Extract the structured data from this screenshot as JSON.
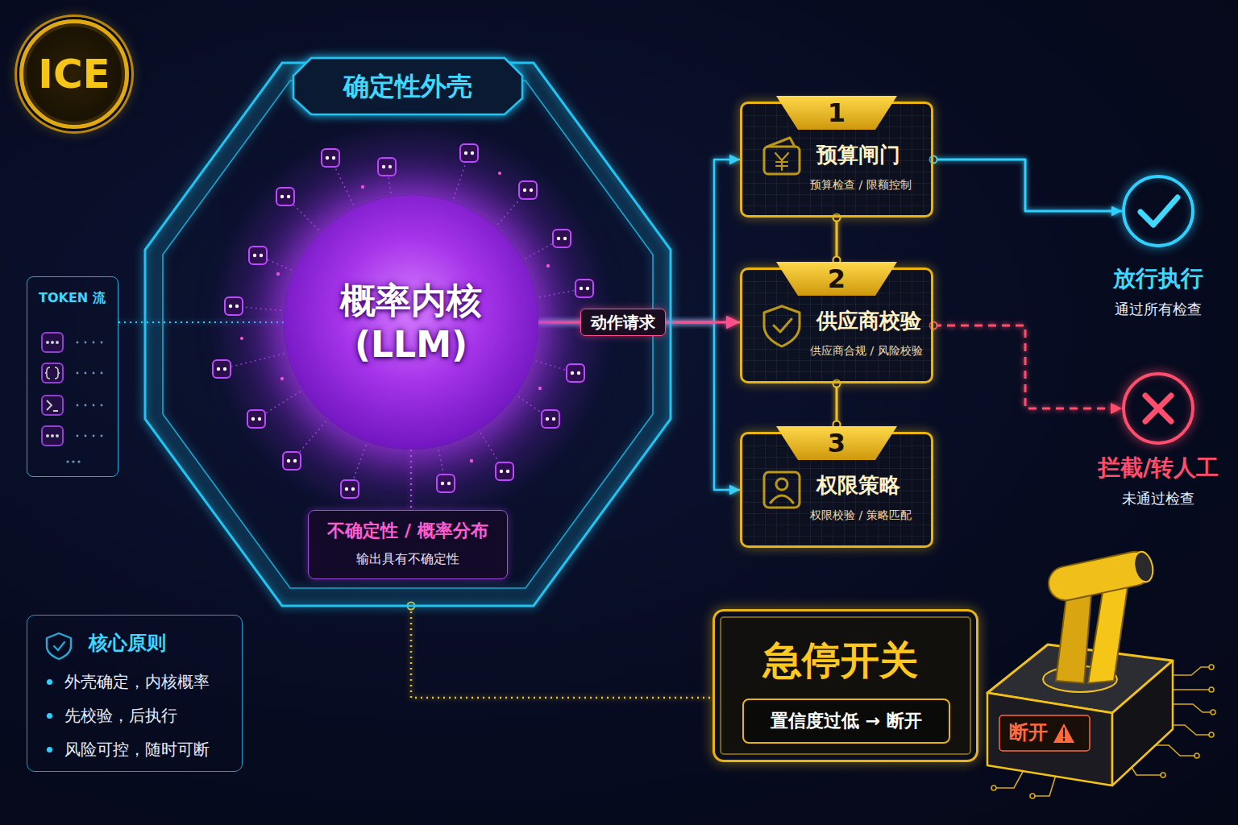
{
  "diagram": {
    "nodes": [
      {
        "text": [
          "ICE"
        ]
      },
      {
        "text": [
          "确定性外壳"
        ]
      },
      {
        "text": [
          "概率内核 (LLM)"
        ],
        "in": 1
      },
      {
        "text": [
          "不确定性 / 概率分布",
          "输出具有不确定性"
        ],
        "in": 1
      },
      {
        "text": [
          "TOKEN 流"
        ]
      },
      {
        "text": [
          "1",
          "预算闸门",
          "预算检查 / 限额控制"
        ]
      },
      {
        "text": [
          "2",
          "供应商校验",
          "供应商合规 / 风险校验"
        ]
      },
      {
        "text": [
          "3",
          "权限策略",
          "权限校验 / 策略匹配"
        ]
      },
      {
        "text": [
          "放行执行",
          "通过所有检查"
        ]
      },
      {
        "text": [
          "拦截/转人工",
          "未通过检查"
        ]
      },
      {
        "text": [
          "核心原则",
          "外壳确定，内核概率",
          "先校验，后执行",
          "风险可控，随时可断"
        ]
      },
      {
        "text": [
          "急停开关"
        ]
      },
      {
        "text": [
          "置信度过低 → 断开"
        ],
        "in": 11
      }
    ],
    "edges": [
      {
        "from": 4,
        "to": 2,
        "arrow": "none"
      },
      {
        "from": 2,
        "to": 5,
        "arrow": "to"
      },
      {
        "from": 2,
        "to": 6,
        "label": "动作请求",
        "arrow": "to"
      },
      {
        "from": 2,
        "to": 7,
        "arrow": "to"
      },
      {
        "from": 5,
        "to": 6,
        "arrow": "none"
      },
      {
        "from": 6,
        "to": 7,
        "arrow": "none"
      },
      {
        "from": 5,
        "to": 8,
        "arrow": "to"
      },
      {
        "from": 6,
        "to": 9,
        "arrow": "to"
      },
      {
        "from": 2,
        "to": 3,
        "arrow": "none"
      },
      {
        "from": 1,
        "to": 11,
        "arrow": "none"
      }
    ],
    "labels": [
      "断开"
    ]
  }
}
